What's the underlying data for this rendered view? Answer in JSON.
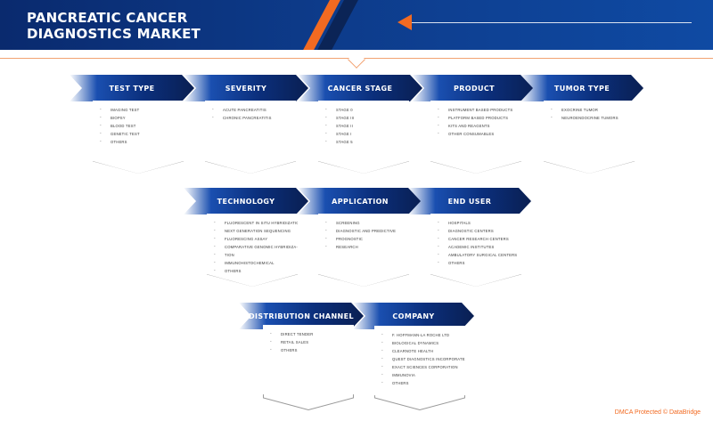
{
  "header": {
    "title": "PANCREATIC CANCER DIAGNOSTICS MARKET"
  },
  "segments": [
    {
      "label": "TEST TYPE",
      "items": [
        "IMAGING TEST",
        "BIOPSY",
        "BLOOD TEST",
        "GENETIC TEST",
        "OTHERS"
      ]
    },
    {
      "label": "SEVERITY",
      "items": [
        "ACUTE PANCREATITIS",
        "CHRONIC PANCREATITIS"
      ]
    },
    {
      "label": "CANCER STAGE",
      "items": [
        "STAGE 0",
        "STAGE III",
        "STAGE II",
        "STAGE I",
        "STAGE 5"
      ]
    },
    {
      "label": "PRODUCT",
      "items": [
        "INSTRUMENT BASED PRODUCTS",
        "PLATFORM BASED PRODUCTS",
        "KITS AND REAGENTS",
        "OTHER CONSUMABLES"
      ]
    },
    {
      "label": "TUMOR TYPE",
      "items": [
        "EXOCRINE TUMOR",
        "NEUROENDOCRINE TUMORS"
      ]
    },
    {
      "label": "TECHNOLOGY",
      "items": [
        "FLUORESCENT IN SITU HYBRIDIZATION",
        "NEXT GENERATION SEQUENCING",
        "FLUORESCING ASSAY",
        "COMPARATIVE GENOMIC HYBRIDIZA-",
        "TION",
        "IMMUNOHISTOCHEMICAL",
        "OTHERS"
      ]
    },
    {
      "label": "APPLICATION",
      "items": [
        "SCREENING",
        "DIAGNOSTIC AND PREDICTIVE",
        "PROGNOSTIC",
        "RESEARCH"
      ]
    },
    {
      "label": "END USER",
      "items": [
        "HOSPITALS",
        "DIAGNOSTIC CENTERS",
        "CANCER RESEARCH CENTERS",
        "ACADEMIC INSTITUTES",
        "AMBULATORY SURGICAL CENTERS",
        "OTHERS"
      ]
    },
    {
      "label": "DISTRIBUTION CHANNEL",
      "items": [
        "DIRECT TENDER",
        "RETAIL SALES",
        "OTHERS"
      ]
    },
    {
      "label": "COMPANY",
      "items": [
        "F. HOFFMANN-LA ROCHE LTD",
        "BIOLOGICAL DYNAMICS",
        "CLEARNOTE HEALTH",
        "QUEST DIAGNOSTICS INCORPORATED",
        "EXACT SCIENCES CORPORATION",
        "IMMUNOVIA",
        "OTHERS"
      ]
    }
  ],
  "footer": {
    "text": "DMCA Protected © DataBridge"
  },
  "colors": {
    "navy": "#0a2a6e",
    "orange": "#f26a21"
  }
}
